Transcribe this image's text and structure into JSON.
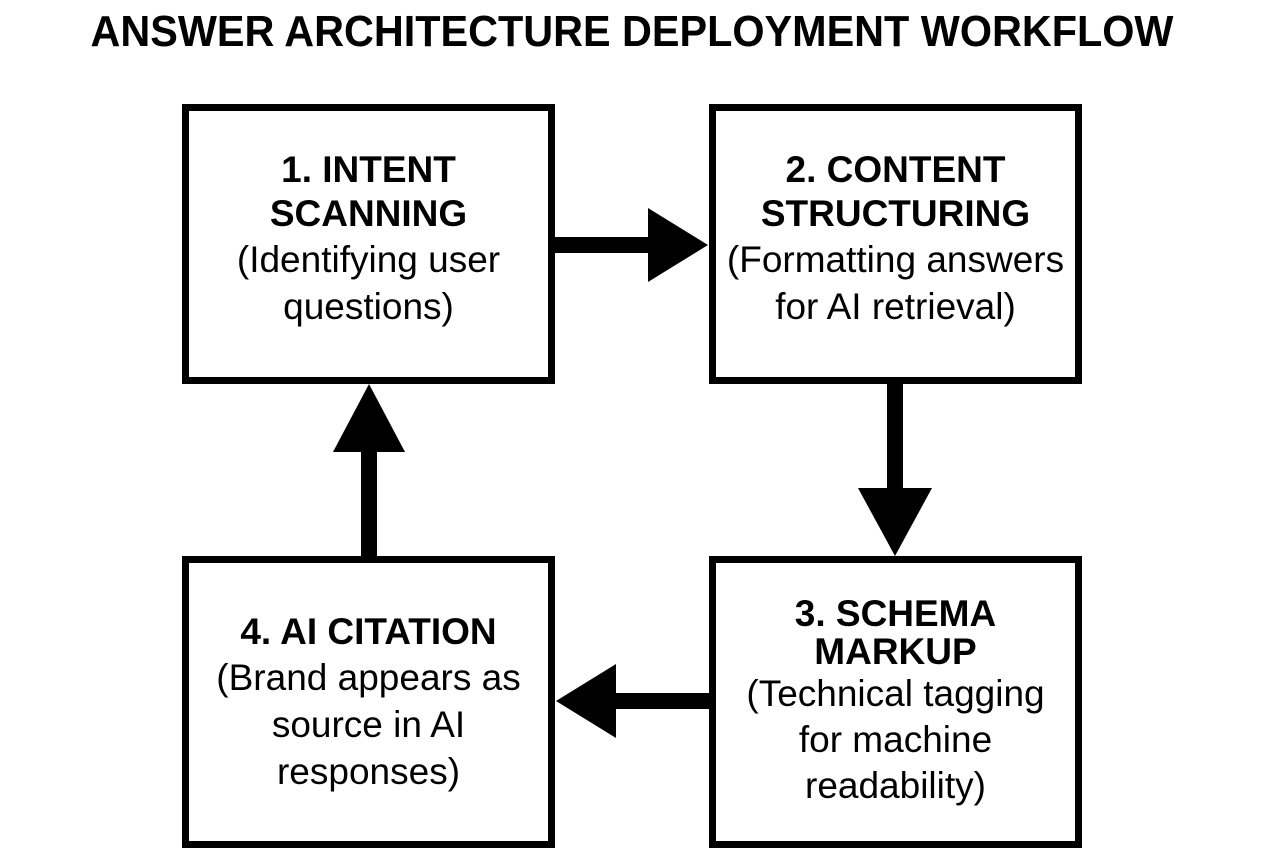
{
  "title": "ANSWER ARCHITECTURE DEPLOYMENT WORKFLOW",
  "steps": [
    {
      "title": "1. INTENT\nSCANNING",
      "description": "(Identifying user\nquestions)"
    },
    {
      "title": "2. CONTENT\nSTRUCTURING",
      "description": "(Formatting answers\nfor AI retrieval)"
    },
    {
      "title": "3. SCHEMA\nMARKUP",
      "description": "(Technical tagging\nfor machine\nreadability)"
    },
    {
      "title": "4. AI CITATION",
      "description": "(Brand appears as\nsource in AI\nresponses)"
    }
  ],
  "colors": {
    "stroke": "#000000",
    "background": "#ffffff"
  }
}
